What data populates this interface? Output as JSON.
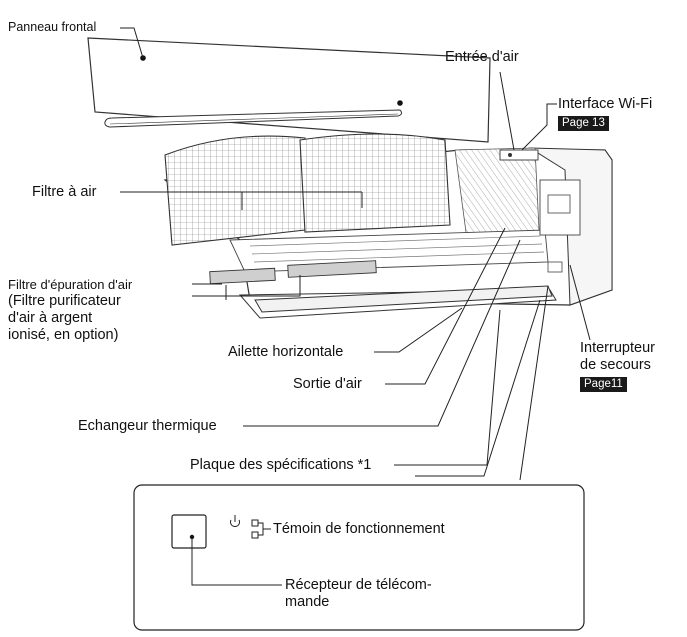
{
  "labels": {
    "front_panel": "Panneau frontal",
    "air_inlet": "Entrée d'air",
    "wifi_interface": "Interface Wi-Fi",
    "wifi_page": "Page 13",
    "air_filter": "Filtre à air",
    "purification_filter": {
      "line1": "Filtre d'épuration d'air",
      "line2": "(Filtre purificateur",
      "line3": "d'air à argent",
      "line4": "ionisé, en option)"
    },
    "horizontal_louver": "Ailette horizontale",
    "air_outlet": "Sortie d'air",
    "heat_exchanger": "Echangeur thermique",
    "spec_plate": "Plaque des spécifications *1",
    "emergency_switch": {
      "line1": "Interrupteur",
      "line2": "de secours"
    },
    "emergency_page": "Page11",
    "operation_indicator": "Témoin de fonctionnement",
    "remote_receiver": {
      "line1": "Récepteur de télécom-",
      "line2": "mande"
    }
  }
}
